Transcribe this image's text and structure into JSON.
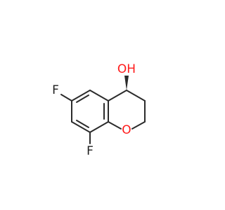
{
  "molecule": {
    "atoms": {
      "oxygen_ring": "O",
      "hydroxyl": "OH",
      "fluorine_top": "F",
      "fluorine_bottom": "F"
    },
    "colors": {
      "bond": "#2b2b2b",
      "oxygen": "#ff1a1a",
      "fluorine": "#1f1f1f"
    }
  }
}
